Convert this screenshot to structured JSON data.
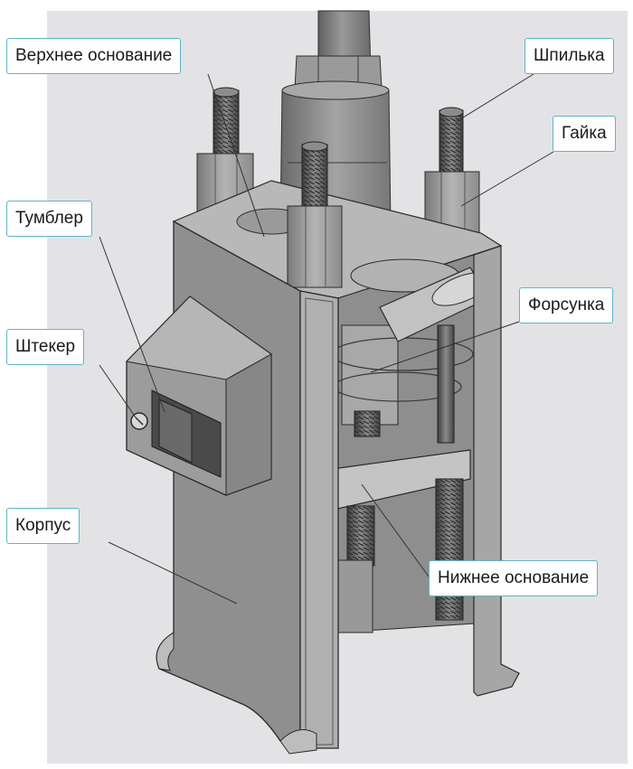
{
  "labels": {
    "upper_base": "Верхнее основание",
    "stud": "Шпилька",
    "nut": "Гайка",
    "toggle": "Тумблер",
    "plug": "Штекер",
    "injector": "Форсунка",
    "body": "Корпус",
    "lower_base": "Нижнее основание"
  },
  "colors": {
    "backdrop": "#e3e3e6",
    "callout_border": "#5fb4c9",
    "leader": "#333333"
  }
}
